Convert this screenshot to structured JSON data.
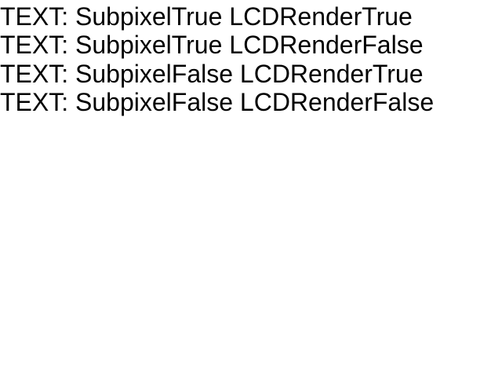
{
  "lines": [
    "TEXT: SubpixelTrue LCDRenderTrue",
    "TEXT: SubpixelTrue LCDRenderFalse",
    "TEXT: SubpixelFalse LCDRenderTrue",
    "TEXT: SubpixelFalse LCDRenderFalse"
  ],
  "colors": {
    "background": "#ffffff",
    "text": "#000000"
  }
}
